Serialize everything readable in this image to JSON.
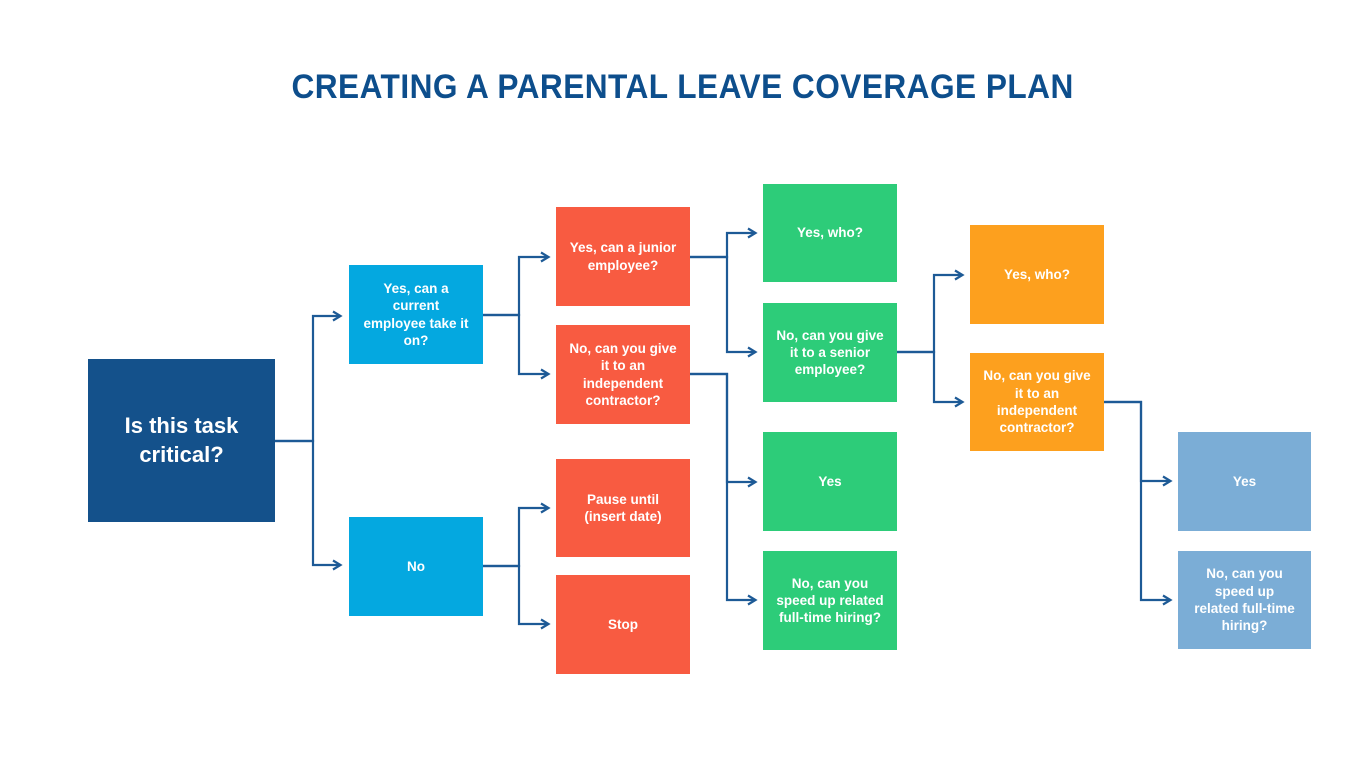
{
  "title": "CREATING A PARENTAL LEAVE COVERAGE PLAN",
  "colors": {
    "title": "#0d4e8c",
    "navy": "#14518b",
    "cyan": "#04a8e0",
    "red": "#f85b41",
    "green": "#2dcc79",
    "orange": "#fda01e",
    "steel": "#7badd6",
    "connector": "#1d5a96"
  },
  "nodes": [
    {
      "id": "root",
      "label": "Is this task critical?",
      "color": "navy"
    },
    {
      "id": "yes-current-employee",
      "label": "Yes, can a current employee take it on?",
      "color": "cyan"
    },
    {
      "id": "no",
      "label": "No",
      "color": "cyan"
    },
    {
      "id": "yes-junior-employee",
      "label": "Yes, can a junior employee?",
      "color": "red"
    },
    {
      "id": "no-independent-contractor-1",
      "label": "No, can you give it to an independent contractor?",
      "color": "red"
    },
    {
      "id": "pause-until",
      "label": "Pause until (insert date)",
      "color": "red"
    },
    {
      "id": "stop",
      "label": "Stop",
      "color": "red"
    },
    {
      "id": "yes-who-green",
      "label": "Yes, who?",
      "color": "green"
    },
    {
      "id": "no-senior-employee",
      "label": "No, can you give it to a senior employee?",
      "color": "green"
    },
    {
      "id": "yes-green",
      "label": "Yes",
      "color": "green"
    },
    {
      "id": "no-speed-up-green",
      "label": "No, can you speed up related full-time hiring?",
      "color": "green"
    },
    {
      "id": "yes-who-orange",
      "label": "Yes, who?",
      "color": "orange"
    },
    {
      "id": "no-independent-contractor-2",
      "label": "No, can you give it to an independent contractor?",
      "color": "orange"
    },
    {
      "id": "yes-steel",
      "label": "Yes",
      "color": "steel"
    },
    {
      "id": "no-speed-up-steel",
      "label": "No, can you speed up related full-time hiring?",
      "color": "steel"
    }
  ],
  "edges": [
    {
      "from": "root",
      "to": "yes-current-employee"
    },
    {
      "from": "root",
      "to": "no"
    },
    {
      "from": "yes-current-employee",
      "to": "yes-junior-employee"
    },
    {
      "from": "yes-current-employee",
      "to": "no-independent-contractor-1"
    },
    {
      "from": "no",
      "to": "pause-until"
    },
    {
      "from": "no",
      "to": "stop"
    },
    {
      "from": "yes-junior-employee",
      "to": "yes-who-green"
    },
    {
      "from": "yes-junior-employee",
      "to": "no-senior-employee"
    },
    {
      "from": "no-independent-contractor-1",
      "to": "yes-green"
    },
    {
      "from": "no-independent-contractor-1",
      "to": "no-speed-up-green"
    },
    {
      "from": "no-senior-employee",
      "to": "yes-who-orange"
    },
    {
      "from": "no-senior-employee",
      "to": "no-independent-contractor-2"
    },
    {
      "from": "no-independent-contractor-2",
      "to": "yes-steel"
    },
    {
      "from": "no-independent-contractor-2",
      "to": "no-speed-up-steel"
    }
  ]
}
